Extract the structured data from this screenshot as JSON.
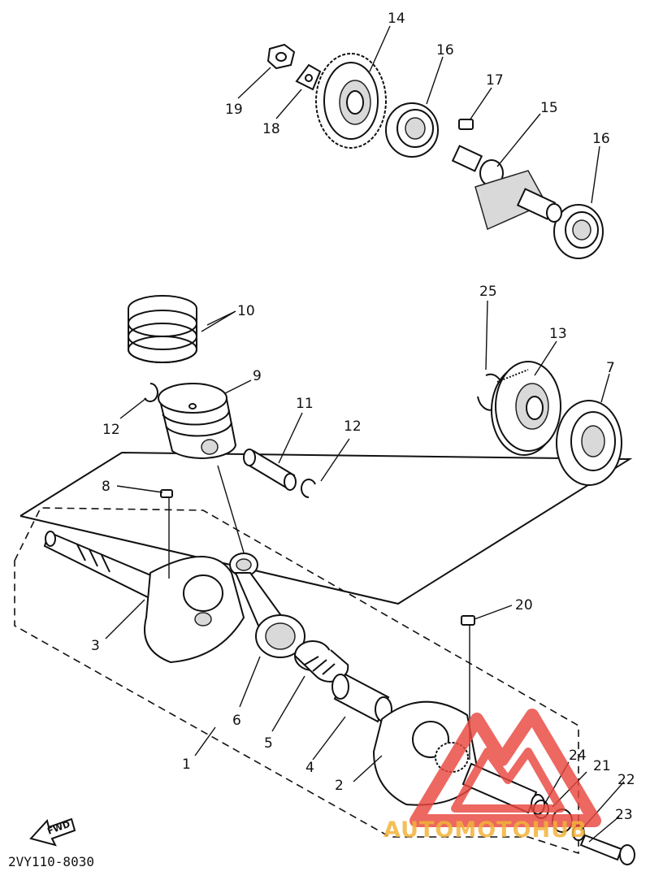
{
  "diagram": {
    "callouts": [
      "1",
      "2",
      "3",
      "4",
      "5",
      "6",
      "7",
      "8",
      "9",
      "10",
      "11",
      "12",
      "12",
      "13",
      "14",
      "15",
      "16",
      "16",
      "17",
      "18",
      "19",
      "20",
      "21",
      "22",
      "23",
      "24",
      "25"
    ],
    "direction_label": "FWD",
    "figure_code": "2VY110-8030"
  },
  "watermark": {
    "text": "AUTOMOTOHUB",
    "color": "#e8473f",
    "text_color": "#f2b33a"
  }
}
